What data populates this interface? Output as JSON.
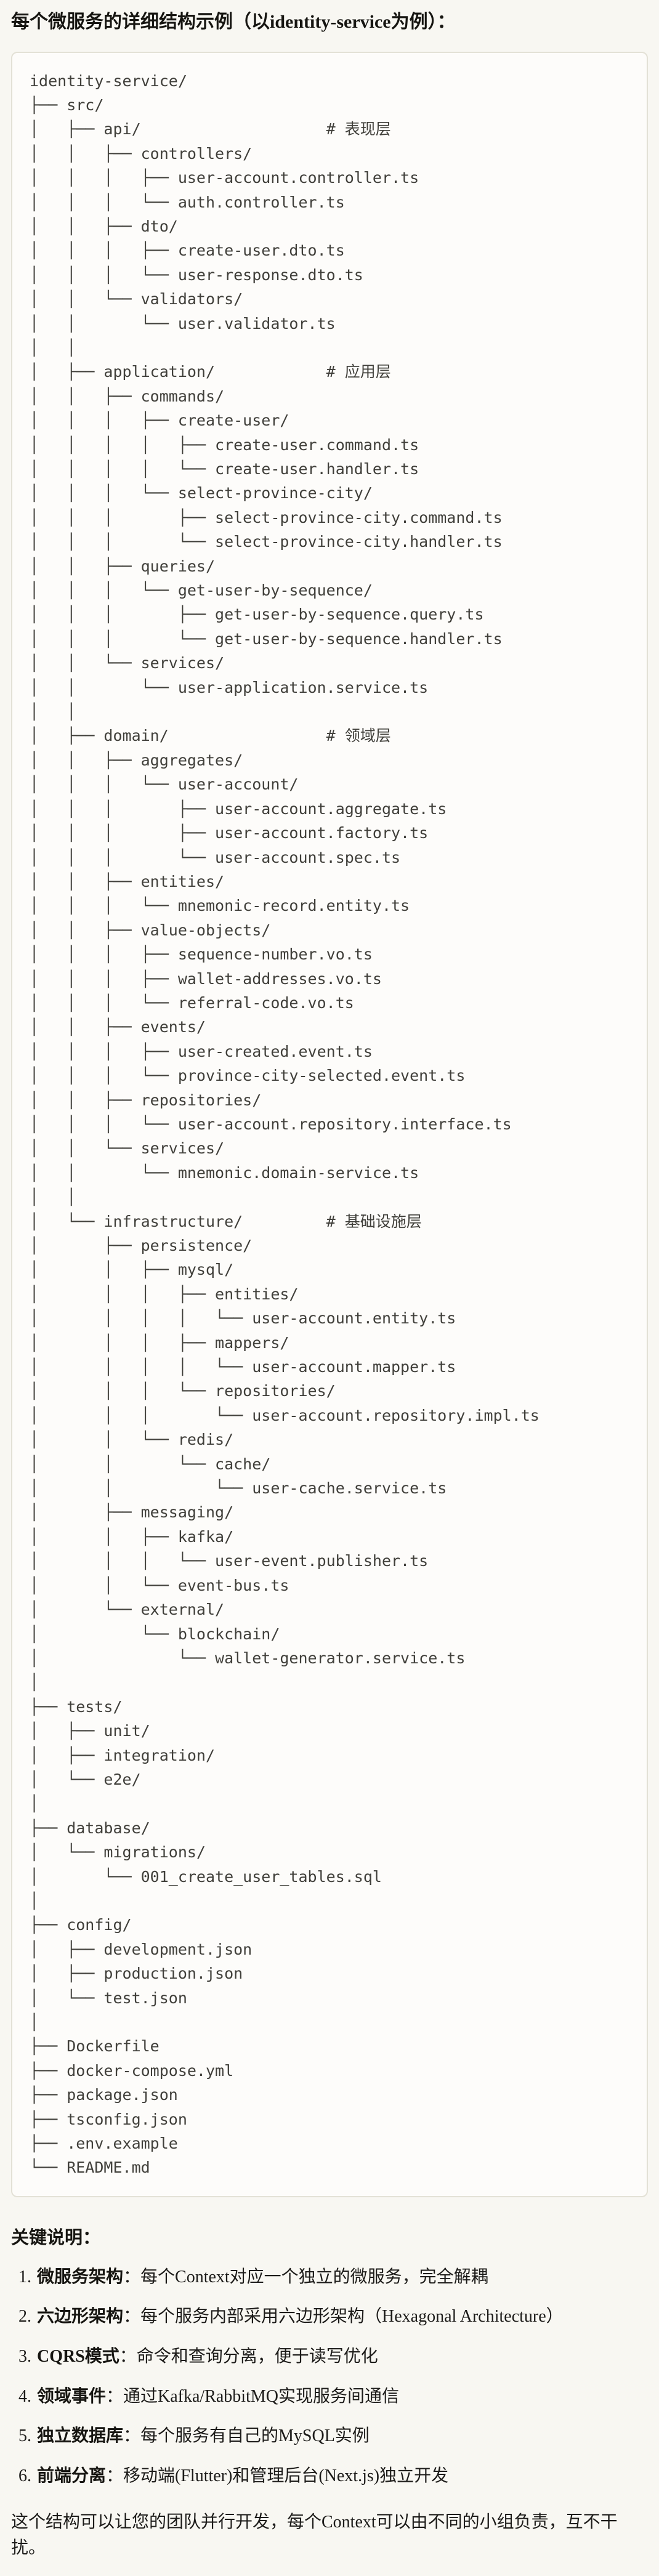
{
  "heading": "每个微服务的详细结构示例（以identity-service为例）：",
  "colors": {
    "page_background": "#f8f7f2",
    "code_background": "#fdfcfa",
    "code_border": "#e3e1d6",
    "text": "#1c1b19",
    "code_text": "#403f3a"
  },
  "code_block": {
    "lines": [
      "identity-service/",
      "├── src/",
      "│   ├── api/                    # 表现层",
      "│   │   ├── controllers/",
      "│   │   │   ├── user-account.controller.ts",
      "│   │   │   └── auth.controller.ts",
      "│   │   ├── dto/",
      "│   │   │   ├── create-user.dto.ts",
      "│   │   │   └── user-response.dto.ts",
      "│   │   └── validators/",
      "│   │       └── user.validator.ts",
      "│   │",
      "│   ├── application/            # 应用层",
      "│   │   ├── commands/",
      "│   │   │   ├── create-user/",
      "│   │   │   │   ├── create-user.command.ts",
      "│   │   │   │   └── create-user.handler.ts",
      "│   │   │   └── select-province-city/",
      "│   │   │       ├── select-province-city.command.ts",
      "│   │   │       └── select-province-city.handler.ts",
      "│   │   ├── queries/",
      "│   │   │   └── get-user-by-sequence/",
      "│   │   │       ├── get-user-by-sequence.query.ts",
      "│   │   │       └── get-user-by-sequence.handler.ts",
      "│   │   └── services/",
      "│   │       └── user-application.service.ts",
      "│   │",
      "│   ├── domain/                 # 领域层",
      "│   │   ├── aggregates/",
      "│   │   │   └── user-account/",
      "│   │   │       ├── user-account.aggregate.ts",
      "│   │   │       ├── user-account.factory.ts",
      "│   │   │       └── user-account.spec.ts",
      "│   │   ├── entities/",
      "│   │   │   └── mnemonic-record.entity.ts",
      "│   │   ├── value-objects/",
      "│   │   │   ├── sequence-number.vo.ts",
      "│   │   │   ├── wallet-addresses.vo.ts",
      "│   │   │   └── referral-code.vo.ts",
      "│   │   ├── events/",
      "│   │   │   ├── user-created.event.ts",
      "│   │   │   └── province-city-selected.event.ts",
      "│   │   ├── repositories/",
      "│   │   │   └── user-account.repository.interface.ts",
      "│   │   └── services/",
      "│   │       └── mnemonic.domain-service.ts",
      "│   │",
      "│   └── infrastructure/         # 基础设施层",
      "│       ├── persistence/",
      "│       │   ├── mysql/",
      "│       │   │   ├── entities/",
      "│       │   │   │   └── user-account.entity.ts",
      "│       │   │   ├── mappers/",
      "│       │   │   │   └── user-account.mapper.ts",
      "│       │   │   └── repositories/",
      "│       │   │       └── user-account.repository.impl.ts",
      "│       │   └── redis/",
      "│       │       └── cache/",
      "│       │           └── user-cache.service.ts",
      "│       ├── messaging/",
      "│       │   ├── kafka/",
      "│       │   │   └── user-event.publisher.ts",
      "│       │   └── event-bus.ts",
      "│       └── external/",
      "│           └── blockchain/",
      "│               └── wallet-generator.service.ts",
      "│",
      "├── tests/",
      "│   ├── unit/",
      "│   ├── integration/",
      "│   └── e2e/",
      "│",
      "├── database/",
      "│   └── migrations/",
      "│       └── 001_create_user_tables.sql",
      "│",
      "├── config/",
      "│   ├── development.json",
      "│   ├── production.json",
      "│   └── test.json",
      "│",
      "├── Dockerfile",
      "├── docker-compose.yml",
      "├── package.json",
      "├── tsconfig.json",
      "├── .env.example",
      "└── README.md"
    ]
  },
  "notes": {
    "heading": "关键说明：",
    "items": [
      {
        "num": "1.",
        "term": "微服务架构",
        "rest": "：每个Context对应一个独立的微服务，完全解耦"
      },
      {
        "num": "2.",
        "term": "六边形架构",
        "rest": "：每个服务内部采用六边形架构（Hexagonal Architecture）"
      },
      {
        "num": "3.",
        "term": "CQRS模式",
        "rest": "：命令和查询分离，便于读写优化"
      },
      {
        "num": "4.",
        "term": "领域事件",
        "rest": "：通过Kafka/RabbitMQ实现服务间通信"
      },
      {
        "num": "5.",
        "term": "独立数据库",
        "rest": "：每个服务有自己的MySQL实例"
      },
      {
        "num": "6.",
        "term": "前端分离",
        "rest": "：移动端(Flutter)和管理后台(Next.js)独立开发"
      }
    ],
    "footer": "这个结构可以让您的团队并行开发，每个Context可以由不同的小组负责，互不干扰。"
  }
}
